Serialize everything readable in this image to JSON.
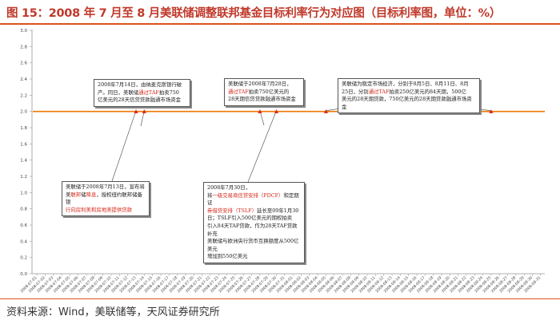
{
  "title": "图 15：2008 年 7 月至 8 月美联储调整联邦基金目标利率行为对应图（目标利率图，单位：%）",
  "source": "资料来源：Wind，美联储等，天风证券研究所",
  "colors": {
    "line": "#f07800",
    "marker": "#d62718",
    "accent": "#d9531e"
  },
  "chart_data": {
    "type": "line",
    "title": "",
    "xlabel": "",
    "ylabel": "",
    "ylim": [
      0.0,
      3.0
    ],
    "yticks": [
      "0.0",
      "0.2",
      "0.4",
      "0.6",
      "0.8",
      "1.0",
      "1.2",
      "1.4",
      "1.6",
      "1.8",
      "2.0",
      "2.2",
      "2.4",
      "2.6",
      "2.8",
      "3.0"
    ],
    "x": [
      "2008-07-01",
      "2008-07-02",
      "2008-07-03",
      "2008-07-04",
      "2008-07-05",
      "2008-07-06",
      "2008-07-07",
      "2008-07-08",
      "2008-07-09",
      "2008-07-10",
      "2008-07-11",
      "2008-07-12",
      "2008-07-13",
      "2008-07-14",
      "2008-07-15",
      "2008-07-16",
      "2008-07-17",
      "2008-07-18",
      "2008-07-19",
      "2008-07-20",
      "2008-07-21",
      "2008-07-22",
      "2008-07-23",
      "2008-07-24",
      "2008-07-25",
      "2008-07-26",
      "2008-07-27",
      "2008-07-28",
      "2008-07-29",
      "2008-07-30",
      "2008-07-31",
      "2008-08-01",
      "2008-08-02",
      "2008-08-03",
      "2008-08-04",
      "2008-08-05",
      "2008-08-06",
      "2008-08-07",
      "2008-08-08",
      "2008-08-09",
      "2008-08-10",
      "2008-08-11",
      "2008-08-12",
      "2008-08-13",
      "2008-08-14",
      "2008-08-15",
      "2008-08-16",
      "2008-08-17",
      "2008-08-18",
      "2008-08-19",
      "2008-08-20",
      "2008-08-21",
      "2008-08-22",
      "2008-08-23",
      "2008-08-24",
      "2008-08-25",
      "2008-08-26",
      "2008-08-27",
      "2008-08-28",
      "2008-08-29",
      "2008-08-30",
      "2008-08-31"
    ],
    "series": [
      {
        "value": 2.0
      }
    ],
    "markers": [
      {
        "date": "2008-07-13",
        "value": 2.0
      },
      {
        "date": "2008-07-14",
        "value": 2.0
      },
      {
        "date": "2008-07-28",
        "value": 2.0
      },
      {
        "date": "2008-07-30",
        "value": 2.0
      },
      {
        "date": "2008-08-05",
        "value": 2.0
      },
      {
        "date": "2008-08-11",
        "value": 2.0
      },
      {
        "date": "2008-08-25",
        "value": 2.0
      }
    ],
    "annotations": [
      {
        "id": "a714",
        "lines": [
          {
            "parts": [
              {
                "t": "2008年7月14日，由纳麦克斯银行破"
              }
            ]
          },
          {
            "parts": [
              {
                "t": "产。同日，美联储"
              },
              {
                "t": "通过TAF",
                "red": true
              },
              {
                "t": "拍卖750"
              }
            ]
          },
          {
            "parts": [
              {
                "t": "亿美元的28天"
              },
              {
                "t": "信贷贷款"
              },
              {
                "t": "融通市场资金"
              }
            ]
          }
        ]
      },
      {
        "id": "a713",
        "lines": [
          {
            "parts": [
              {
                "t": "美联储于2008年7月13日，宣布将"
              }
            ]
          },
          {
            "parts": [
              {
                "t": "美"
              },
              {
                "t": "联邦",
                "red": true
              },
              {
                "t": "储"
              },
              {
                "t": "降息",
                "red": true
              },
              {
                "t": "，授权纽约联邦储备银"
              }
            ]
          },
          {
            "parts": [
              {
                "t": "行向房利美和房地美提供贷款",
                "red": true
              }
            ]
          }
        ]
      },
      {
        "id": "a728",
        "lines": [
          {
            "parts": [
              {
                "t": "美联储于2008年7月28日，"
              }
            ]
          },
          {
            "parts": [
              {
                "t": "通过TAF",
                "red": true
              },
              {
                "t": "拍卖750亿美元的"
              }
            ]
          },
          {
            "parts": [
              {
                "t": "28天期信贷贷款融通市场资金"
              }
            ]
          }
        ]
      },
      {
        "id": "a730",
        "lines": [
          {
            "parts": [
              {
                "t": "2008年7月30日，"
              }
            ]
          },
          {
            "parts": [
              {
                "t": "将"
              },
              {
                "t": "一级交易商信贷安排（PDCF）",
                "red": true
              },
              {
                "t": "和定期证"
              }
            ]
          },
          {
            "parts": [
              {
                "t": "券借贷安排（TSLF）",
                "red": true
              },
              {
                "t": "延长至09年1月30"
              }
            ]
          },
          {
            "parts": [
              {
                "t": "日；TSLF引入500亿美元的期权拍卖"
              }
            ]
          },
          {
            "parts": [
              {
                "t": "引入84天TAF贷款，作为28天TAF贷款补充"
              }
            ]
          },
          {
            "parts": [
              {
                "t": "美联储与欧洲央行货币互换额度从500亿美元"
              }
            ]
          },
          {
            "parts": [
              {
                "t": "增加到550亿美元"
              }
            ]
          }
        ]
      },
      {
        "id": "a8xx",
        "lines": [
          {
            "parts": [
              {
                "t": "美联储为稳定市场经济，分别于8月5日、8月11日、8月"
              }
            ]
          },
          {
            "parts": [
              {
                "t": "25日，分别"
              },
              {
                "t": "通过TAF",
                "red": true
              },
              {
                "t": "拍卖250亿美元的84天期，500亿"
              }
            ]
          },
          {
            "parts": [
              {
                "t": "美元的28天期贷款，750亿美元的28天期贷款融通市场资金"
              }
            ]
          }
        ]
      }
    ]
  }
}
